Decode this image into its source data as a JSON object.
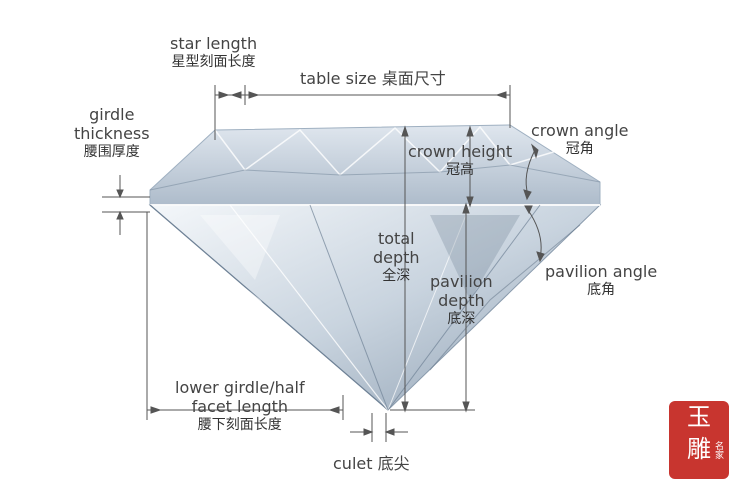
{
  "labels": {
    "star_length": {
      "en": "star length",
      "cn": "星型刻面长度"
    },
    "table_size": {
      "text": "table size 桌面尺寸"
    },
    "girdle_thickness": {
      "en1": "girdle",
      "en2": "thickness",
      "cn": "腰围厚度"
    },
    "crown_angle": {
      "en": "crown angle",
      "cn": "冠角"
    },
    "crown_height": {
      "en": "crown height",
      "cn": "冠高"
    },
    "total_depth": {
      "en1": "total",
      "en2": "depth",
      "cn": "全深"
    },
    "pavilion_depth": {
      "en1": "pavilion",
      "en2": "depth",
      "cn": "底深"
    },
    "pavilion_angle": {
      "en": "pavilion angle",
      "cn": "底角"
    },
    "lower_girdle": {
      "en1": "lower girdle/half",
      "en2": "facet length",
      "cn": "腰下刻面长度"
    },
    "culet": {
      "text": "culet 底尖"
    }
  },
  "seal": {
    "char1": "玉",
    "char2": "雕",
    "small": "名家"
  },
  "colors": {
    "diamond_light": "#eef3f8",
    "diamond_mid": "#b9c7d6",
    "diamond_dark": "#6f8296",
    "line": "#555555",
    "seal": "#c8352f"
  }
}
